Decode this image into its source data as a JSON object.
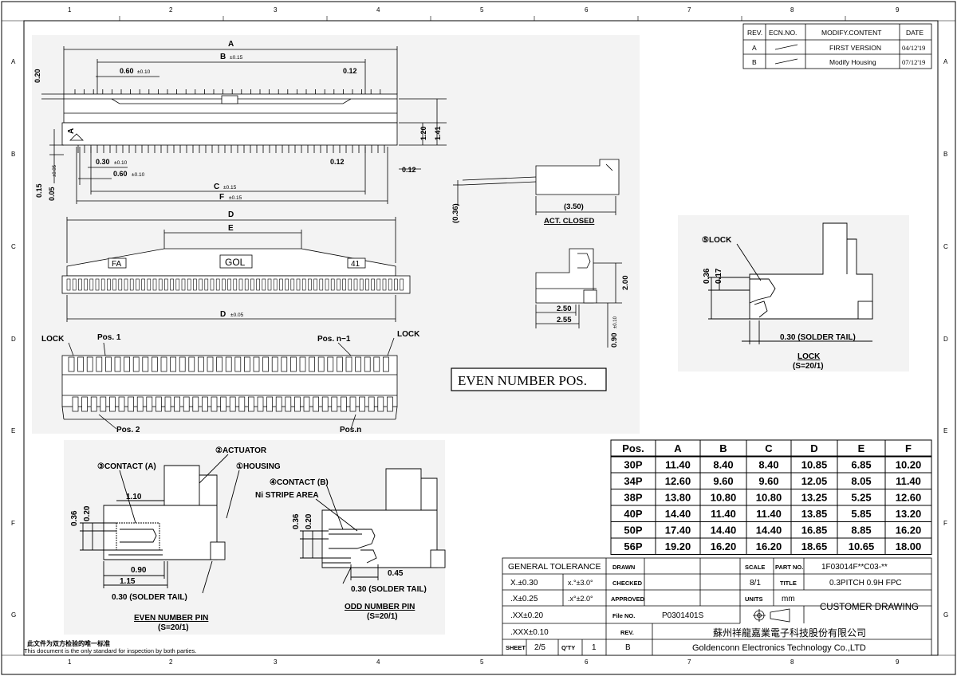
{
  "frame": {
    "col_numbers": [
      "1",
      "2",
      "3",
      "4",
      "5",
      "6",
      "7",
      "8",
      "9"
    ],
    "row_letters": [
      "A",
      "B",
      "C",
      "D",
      "E",
      "F",
      "G"
    ]
  },
  "revision_table": {
    "headers": [
      "REV.",
      "ECN.NO.",
      "MODIFY.CONTENT",
      "DATE"
    ],
    "rows": [
      {
        "rev": "A",
        "content": "FIRST VERSION",
        "date": "04/12'19"
      },
      {
        "rev": "B",
        "content": "Modify Housing",
        "date": "07/12'19"
      }
    ]
  },
  "top_view": {
    "dims": {
      "A": "A",
      "B": "B",
      "tol_b": "±0.15",
      "pitch_top": "0.60",
      "pitch_top_tol": "±0.10",
      "right_top": "0.12",
      "dim_020": "0.20",
      "dim_120": "1.20",
      "dim_141": "1.41",
      "p030": "0.30",
      "p030_tol": "±0.10",
      "p060": "0.60",
      "p060_tol": "±0.10",
      "right_012a": "0.12",
      "right_012b": "0.12",
      "dim_015": "0.15",
      "dim_005": "0.05",
      "dim_005_tol": "±0.05",
      "C": "C",
      "tol_c": "±0.15",
      "F": "F",
      "tol_f": "±0.15"
    },
    "marker": "A"
  },
  "front_view": {
    "D_top": "D",
    "E": "E",
    "label_fa": "FA",
    "label_gol": "GOL",
    "label_41": "41",
    "D_bottom": "D",
    "tol_d": "±0.05"
  },
  "bottom_view": {
    "lock_left": "LOCK",
    "pos1": "Pos. 1",
    "pos_n1": "Pos. n−1",
    "lock_right": "LOCK",
    "pos2": "Pos. 2",
    "posn": "Pos.n"
  },
  "even_box": "EVEN NUMBER POS.",
  "side_actuator": {
    "dim_036": "(0.36)",
    "dim_350": "(3.50)",
    "label": "ACT. CLOSED"
  },
  "side_open": {
    "dim_200": "2.00",
    "dim_250": "2.50",
    "dim_255": "2.55",
    "dim_090": "0.90",
    "dim_090_tol": "±0.10"
  },
  "lock_detail": {
    "callout": "⑤LOCK",
    "dim_036": "0.36",
    "dim_017": "0.17",
    "tail": "0.30 (SOLDER TAIL)",
    "title": "LOCK",
    "scale": "(S=20/1)"
  },
  "even_pin_detail": {
    "actuator": "②ACTUATOR",
    "contact_a": "③CONTACT (A)",
    "housing": "①HOUSING",
    "dim_110": "1.10",
    "dim_036": "0.36",
    "dim_020": "0.20",
    "dim_090": "0.90",
    "dim_115": "1.15",
    "tail": "0.30 (SOLDER TAIL)",
    "title": "EVEN NUMBER PIN",
    "scale": "(S=20/1)"
  },
  "odd_pin_detail": {
    "contact_b": "④CONTACT (B)",
    "ni_stripe": "Ni STRIPE AREA",
    "dim_036": "0.36",
    "dim_020": "0.20",
    "dim_045": "0.45",
    "tail": "0.30 (SOLDER TAIL)",
    "title": "ODD NUMBER PIN",
    "scale": "(S=20/1)"
  },
  "dim_table": {
    "headers": [
      "Pos.",
      "A",
      "B",
      "C",
      "D",
      "E",
      "F"
    ],
    "rows": [
      [
        "30P",
        "11.40",
        "8.40",
        "8.40",
        "10.85",
        "6.85",
        "10.20"
      ],
      [
        "34P",
        "12.60",
        "9.60",
        "9.60",
        "12.05",
        "8.05",
        "11.40"
      ],
      [
        "38P",
        "13.80",
        "10.80",
        "10.80",
        "13.25",
        "5.25",
        "12.60"
      ],
      [
        "40P",
        "14.40",
        "11.40",
        "11.40",
        "13.85",
        "5.85",
        "13.20"
      ],
      [
        "50P",
        "17.40",
        "14.40",
        "14.40",
        "16.85",
        "8.85",
        "16.20"
      ],
      [
        "56P",
        "19.20",
        "16.20",
        "16.20",
        "18.65",
        "10.65",
        "18.00"
      ]
    ]
  },
  "title_block": {
    "gen_tol": "GENERAL TOLERANCE",
    "tol_x": "X.±0.30",
    "tol_ang1": "x.°±3.0°",
    "tol_x1": ".X±0.25",
    "tol_ang2": ".x°±2.0°",
    "tol_xx": ".XX±0.20",
    "tol_xxx": ".XXX±0.10",
    "drawn": "DRAWN",
    "checked": "CHECKED",
    "approved": "APPROVED",
    "file_no": "File NO.",
    "file_no_val": "P0301401S",
    "rev": "REV.",
    "scale": "SCALE",
    "scale_val": "8/1",
    "units": "UNITS",
    "units_val": "mm",
    "part_no": "PART NO.",
    "part_no_val": "1F03014F**C03-**",
    "title": "TITLE",
    "title_val": "0.3PITCH 0.9H FPC",
    "customer": "CUSTOMER DRAWING",
    "company_cn": "蘇州祥龍嘉業電子科技股份有限公司",
    "company_en": "Goldenconn Electronics Technology Co.,LTD",
    "sheet": "SHEET",
    "sheet_val": "2/5",
    "qty": "Q'TY",
    "qty_val": "1",
    "rev_val": "B"
  },
  "footer": {
    "note_cn": "此文件为双方检验的唯一标准",
    "note_en": "This document is the only standard for inspection by both parties."
  }
}
